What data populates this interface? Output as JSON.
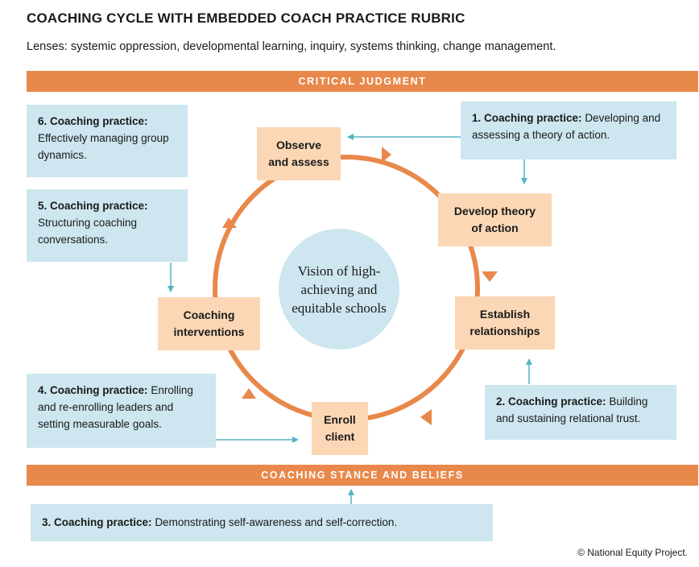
{
  "title": "COACHING CYCLE WITH EMBEDDED COACH PRACTICE RUBRIC",
  "subtitle": "Lenses: systemic oppression, developmental learning, inquiry, systems thinking, change management.",
  "bands": {
    "top": "CRITICAL JUDGMENT",
    "bottom": "COACHING STANCE AND BELIEFS"
  },
  "center_text": "Vision of high-achieving and equitable schools",
  "cycle_steps": {
    "observe": "Observe and assess",
    "develop": "Develop theory of action",
    "establish": "Establish relationships",
    "enroll": "Enroll client",
    "interventions": "Coaching interventions"
  },
  "practices": {
    "p1": {
      "label": "1. Coaching practice:",
      "text": "Developing and assessing a theory of action."
    },
    "p2": {
      "label": "2. Coaching practice:",
      "text": "Building and sustaining relational trust."
    },
    "p3": {
      "label": "3. Coaching practice:",
      "text": "Demonstrating self-awareness and self-correction."
    },
    "p4": {
      "label": "4. Coaching practice:",
      "text": "Enrolling and re-enrolling leaders and setting measurable goals."
    },
    "p5": {
      "label": "5. Coaching practice:",
      "text": "Structuring coaching conversations."
    },
    "p6": {
      "label": "6. Coaching practice:",
      "text": "Effectively managing group dynamics."
    }
  },
  "copyright": "© National Equity Project.",
  "colors": {
    "orange": "#e8884a",
    "peach": "#fbd7b5",
    "light_blue": "#cde6ef",
    "teal_arrow": "#55b3c4"
  }
}
